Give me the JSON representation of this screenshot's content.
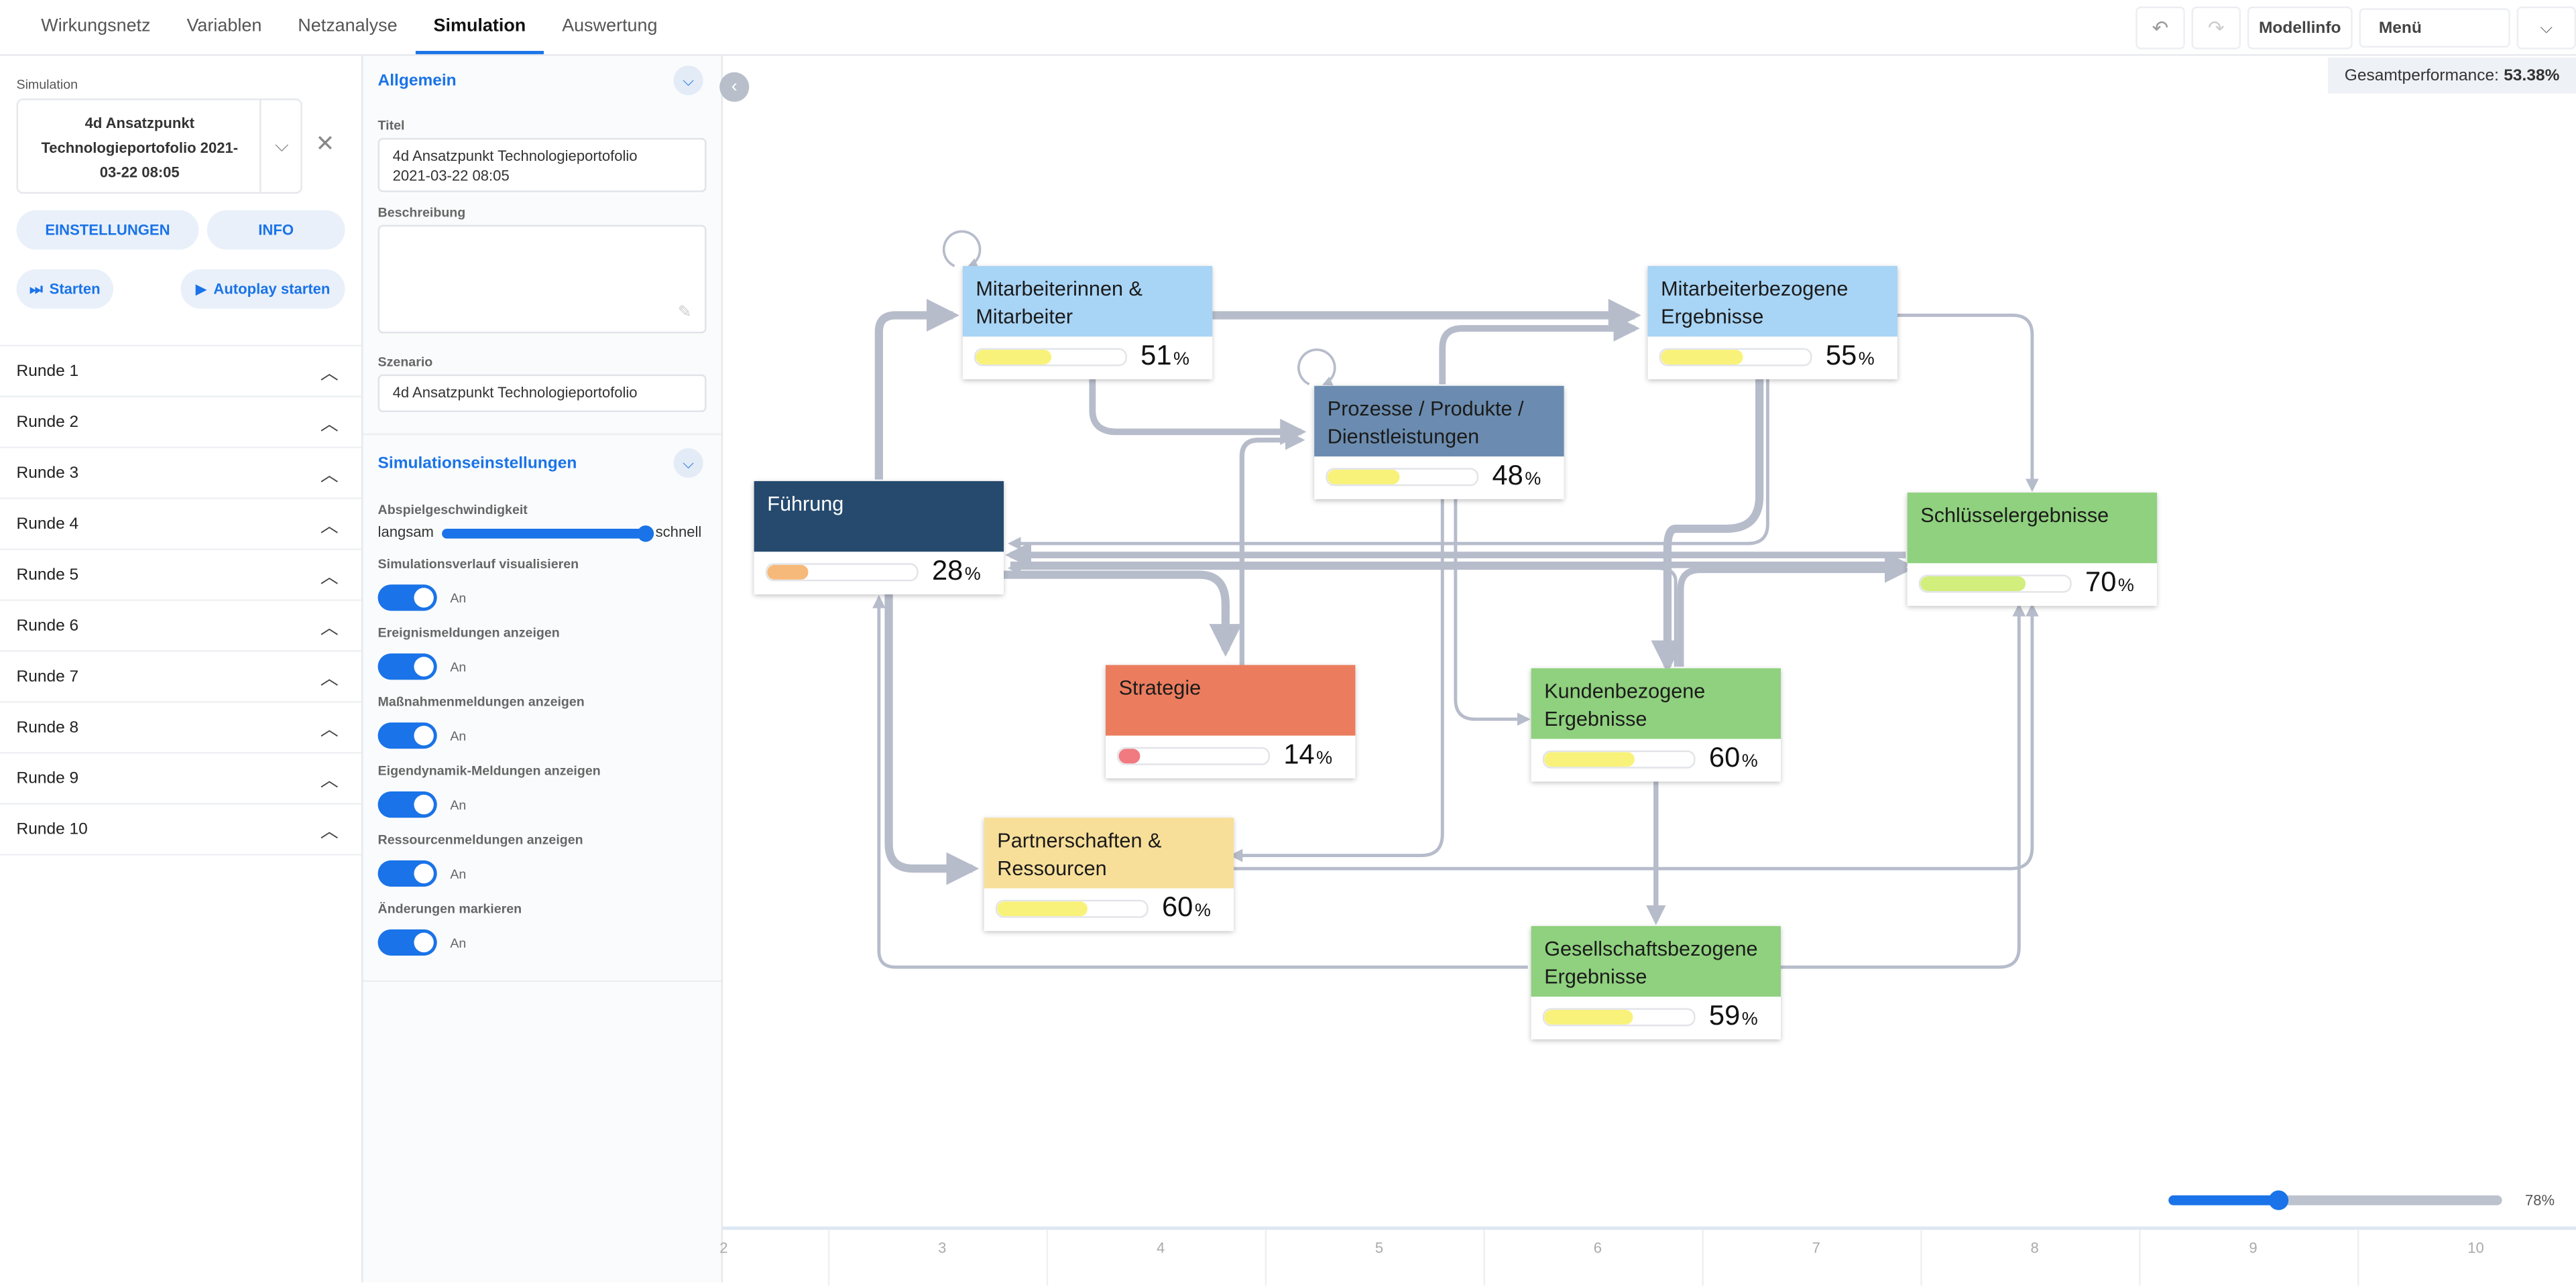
{
  "nav": {
    "tabs": [
      "Wirkungsnetz",
      "Variablen",
      "Netzanalyse",
      "Simulation",
      "Auswertung"
    ],
    "active_tab": "Simulation",
    "undo_icon": "undo-icon",
    "redo_icon": "redo-icon",
    "modellinfo": "Modellinfo",
    "menu": "Menü"
  },
  "sidebar": {
    "label": "Simulation",
    "sim_title_line1": "4d Ansatzpunkt",
    "sim_title_line2": "Technologieportofolio 2021-",
    "sim_title_line3": "03-22 08:05",
    "btn_settings": "EINSTELLUNGEN",
    "btn_info": "INFO",
    "btn_start": "Starten",
    "btn_autoplay": "Autoplay starten",
    "rounds": [
      "Runde 1",
      "Runde 2",
      "Runde 3",
      "Runde 4",
      "Runde 5",
      "Runde 6",
      "Runde 7",
      "Runde 8",
      "Runde 9",
      "Runde 10"
    ]
  },
  "panel": {
    "general_title": "Allgemein",
    "titel_label": "Titel",
    "titel_line1": "4d Ansatzpunkt Technologieportofolio",
    "titel_line2": "2021-03-22 08:05",
    "beschreibung_label": "Beschreibung",
    "szenario_label": "Szenario",
    "szenario_value": "4d Ansatzpunkt Technologieportofolio",
    "sim_settings_title": "Simulationseinstellungen",
    "speed_label": "Abspielgeschwindigkeit",
    "speed_slow": "langsam",
    "speed_fast": "schnell",
    "speed_level": 1.0,
    "toggles": [
      {
        "label": "Simulationsverlauf visualisieren",
        "state": "An"
      },
      {
        "label": "Ereignismeldungen anzeigen",
        "state": "An"
      },
      {
        "label": "Maßnahmenmeldungen anzeigen",
        "state": "An"
      },
      {
        "label": "Eigendynamik-Meldungen anzeigen",
        "state": "An"
      },
      {
        "label": "Ressourcenmeldungen anzeigen",
        "state": "An"
      },
      {
        "label": "Änderungen markieren",
        "state": "An"
      }
    ]
  },
  "canvas": {
    "perf_label": "Gesamtperformance:",
    "perf_value": "53.38%",
    "nodes": [
      {
        "id": "mitarbeiter",
        "line1": "Mitarbeiterinnen &",
        "line2": "Mitarbeiter",
        "value": "51",
        "unit": "%",
        "level": 0.51,
        "head_color": "#a8d4f5",
        "bar_color": "#f9f27a",
        "dark": false
      },
      {
        "id": "mitarbeiterergebnisse",
        "line1": "Mitarbeiterbezogene",
        "line2": "Ergebnisse",
        "value": "55",
        "unit": "%",
        "level": 0.55,
        "head_color": "#a8d4f5",
        "bar_color": "#f9f27a",
        "dark": false
      },
      {
        "id": "prozesse",
        "line1": "Prozesse / Produkte /",
        "line2": "Dienstleistungen",
        "value": "48",
        "unit": "%",
        "level": 0.48,
        "head_color": "#6b8cb0",
        "bar_color": "#f9f27a",
        "dark": false
      },
      {
        "id": "fuehrung",
        "line1": "Führung",
        "line2": "",
        "value": "28",
        "unit": "%",
        "level": 0.28,
        "head_color": "#264a6e",
        "bar_color": "#f6b97a",
        "dark": true
      },
      {
        "id": "schluessel",
        "line1": "Schlüsselergebnisse",
        "line2": "",
        "value": "70",
        "unit": "%",
        "level": 0.7,
        "head_color": "#8fd17e",
        "bar_color": "#d2ee7c",
        "dark": false
      },
      {
        "id": "strategie",
        "line1": "Strategie",
        "line2": "",
        "value": "14",
        "unit": "%",
        "level": 0.14,
        "head_color": "#eb7d5e",
        "bar_color": "#f07a80",
        "dark": false
      },
      {
        "id": "kunden",
        "line1": "Kundenbezogene",
        "line2": "Ergebnisse",
        "value": "60",
        "unit": "%",
        "level": 0.6,
        "head_color": "#8fd17e",
        "bar_color": "#f9f27a",
        "dark": false
      },
      {
        "id": "partner",
        "line1": "Partnerschaften &",
        "line2": "Ressourcen",
        "value": "60",
        "unit": "%",
        "level": 0.6,
        "head_color": "#f8df99",
        "bar_color": "#f9f27a",
        "dark": false
      },
      {
        "id": "gesellschaft",
        "line1": "Gesellschaftsbezogene",
        "line2": "Ergebnisse",
        "value": "59",
        "unit": "%",
        "level": 0.59,
        "head_color": "#8fd17e",
        "bar_color": "#f9f27a",
        "dark": false
      }
    ],
    "zoom_label": "78%",
    "zoom_level": 0.33,
    "timeline": [
      "2",
      "3",
      "4",
      "5",
      "6",
      "7",
      "8",
      "9",
      "10"
    ]
  }
}
